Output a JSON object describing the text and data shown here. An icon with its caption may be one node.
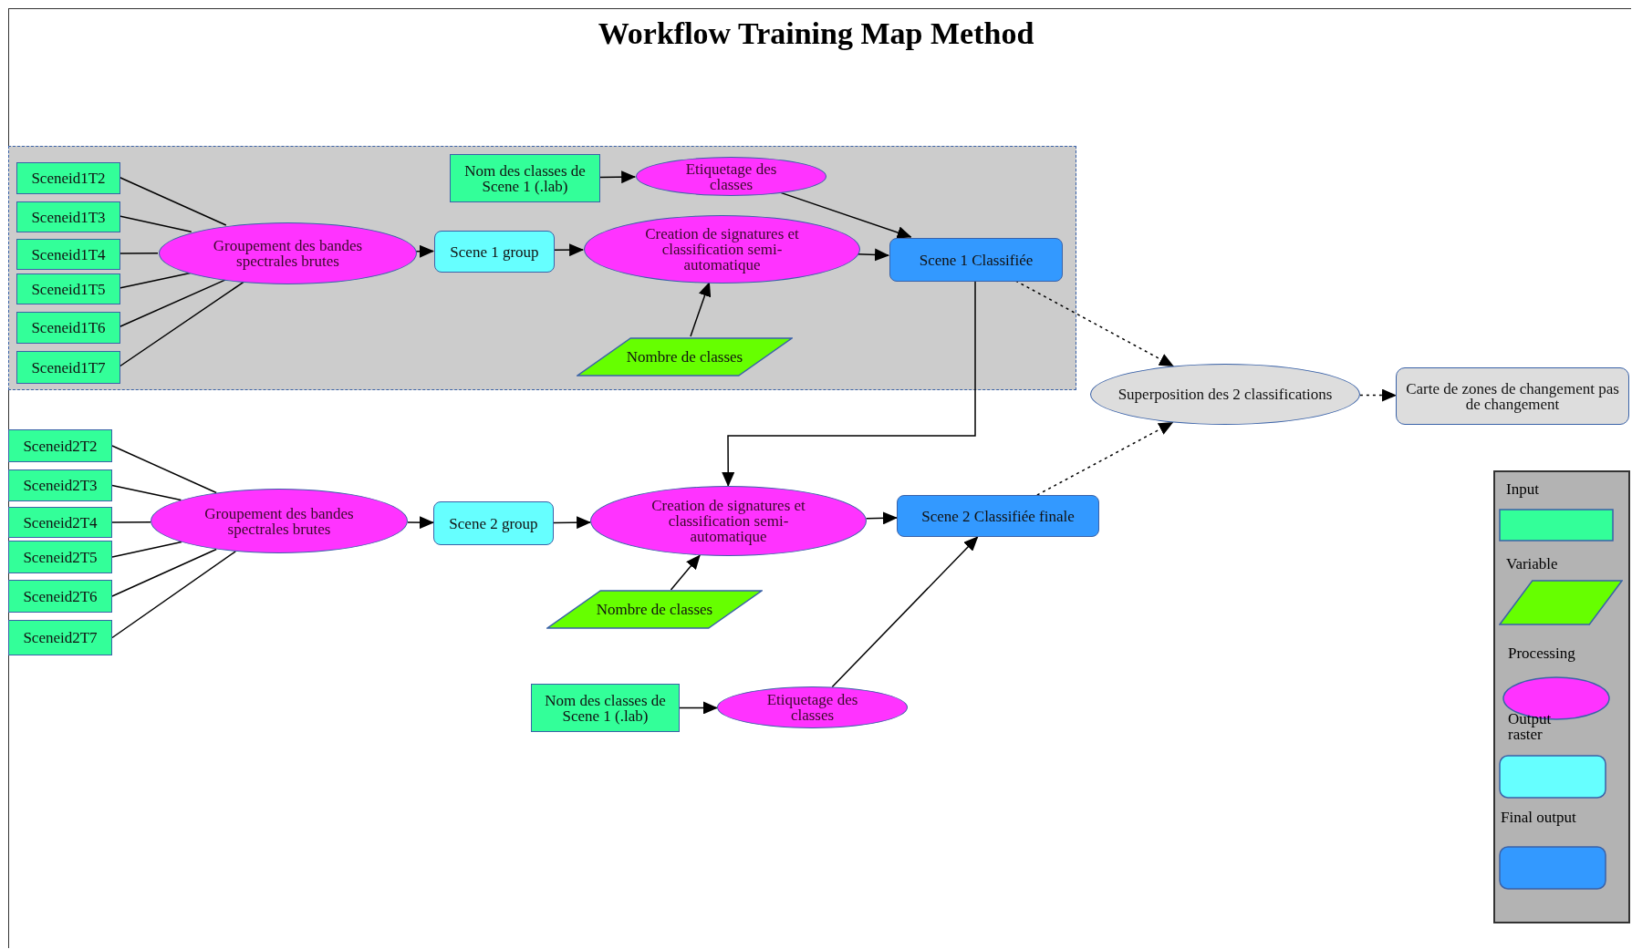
{
  "diagram": {
    "title": "Workflow Training Map Method",
    "nodes": [
      {
        "text": [],
        "shape": "box"
      },
      {
        "text": [
          "Sceneid1T2"
        ],
        "in": 0
      },
      {
        "text": [
          "Sceneid1T3"
        ],
        "in": 0
      },
      {
        "text": [
          "Sceneid1T4"
        ],
        "in": 0
      },
      {
        "text": [
          "Sceneid1T5"
        ],
        "in": 0
      },
      {
        "text": [
          "Sceneid1T6"
        ],
        "in": 0
      },
      {
        "text": [
          "Sceneid1T7"
        ],
        "in": 0
      },
      {
        "text": [
          "Nom des classes de Scene 1 (.lab)"
        ],
        "in": 0
      },
      {
        "text": [
          "Etiquetage des classes"
        ],
        "in": 0
      },
      {
        "text": [
          "Groupement des bandes spectrales brutes"
        ],
        "in": 0
      },
      {
        "text": [
          "Scene 1 group"
        ],
        "in": 0
      },
      {
        "text": [
          "Creation de signatures et classification semi-automatique"
        ],
        "in": 0
      },
      {
        "text": [
          "Scene 1 Classifiée"
        ],
        "in": 0
      },
      {
        "text": [
          "Nombre de classes"
        ],
        "in": 0
      },
      {
        "text": [
          "Superposition des 2 classifications"
        ]
      },
      {
        "text": [
          "Carte de zones de changement pas de changement"
        ]
      },
      {
        "text": [
          "Sceneid2T2"
        ]
      },
      {
        "text": [
          "Sceneid2T3"
        ]
      },
      {
        "text": [
          "Sceneid2T4"
        ]
      },
      {
        "text": [
          "Sceneid2T5"
        ]
      },
      {
        "text": [
          "Sceneid2T6"
        ]
      },
      {
        "text": [
          "Sceneid2T7"
        ]
      },
      {
        "text": [
          "Groupement des bandes spectrales brutes"
        ]
      },
      {
        "text": [
          "Scene 2 group"
        ]
      },
      {
        "text": [
          "Creation de signatures et classification semi-automatique"
        ]
      },
      {
        "text": [
          "Scene 2 Classifiée finale"
        ]
      },
      {
        "text": [
          "Nombre de classes"
        ]
      },
      {
        "text": [
          "Nom des classes de Scene 1 (.lab)"
        ]
      },
      {
        "text": [
          "Etiquetage des classes"
        ]
      }
    ],
    "edges": [
      {
        "from": 1,
        "to": 9,
        "arrow": "none"
      },
      {
        "from": 2,
        "to": 9,
        "arrow": "none"
      },
      {
        "from": 3,
        "to": 9,
        "arrow": "none"
      },
      {
        "from": 4,
        "to": 9,
        "arrow": "none"
      },
      {
        "from": 5,
        "to": 9,
        "arrow": "none"
      },
      {
        "from": 6,
        "to": 9,
        "arrow": "none"
      },
      {
        "from": 7,
        "to": 8,
        "arrow": "to"
      },
      {
        "from": 8,
        "to": 12,
        "arrow": "to"
      },
      {
        "from": 9,
        "to": 10,
        "arrow": "to"
      },
      {
        "from": 10,
        "to": 11,
        "arrow": "to"
      },
      {
        "from": 11,
        "to": 12,
        "arrow": "to"
      },
      {
        "from": 13,
        "to": 11,
        "arrow": "to"
      },
      {
        "from": 12,
        "to": 24,
        "arrow": "to"
      },
      {
        "from": 12,
        "to": 14,
        "arrow": "to",
        "style": "dashed"
      },
      {
        "from": 25,
        "to": 14,
        "arrow": "to",
        "style": "dashed"
      },
      {
        "from": 14,
        "to": 15,
        "arrow": "to",
        "style": "dashed"
      },
      {
        "from": 16,
        "to": 22,
        "arrow": "none"
      },
      {
        "from": 17,
        "to": 22,
        "arrow": "none"
      },
      {
        "from": 18,
        "to": 22,
        "arrow": "none"
      },
      {
        "from": 19,
        "to": 22,
        "arrow": "none"
      },
      {
        "from": 20,
        "to": 22,
        "arrow": "none"
      },
      {
        "from": 21,
        "to": 22,
        "arrow": "none"
      },
      {
        "from": 22,
        "to": 23,
        "arrow": "to"
      },
      {
        "from": 23,
        "to": 24,
        "arrow": "to"
      },
      {
        "from": 24,
        "to": 25,
        "arrow": "to"
      },
      {
        "from": 26,
        "to": 24,
        "arrow": "to"
      },
      {
        "from": 27,
        "to": 28,
        "arrow": "to"
      },
      {
        "from": 28,
        "to": 25,
        "arrow": "to"
      }
    ],
    "legend": [
      {
        "text": "Input",
        "color": "#33ff99"
      },
      {
        "text": "Variable",
        "color": "#66ff00"
      },
      {
        "text": "Processing",
        "color": "#ff33ff"
      },
      {
        "text": "Output raster",
        "color": "#66ffff"
      },
      {
        "text": "Final output",
        "color": "#3399ff"
      }
    ]
  }
}
